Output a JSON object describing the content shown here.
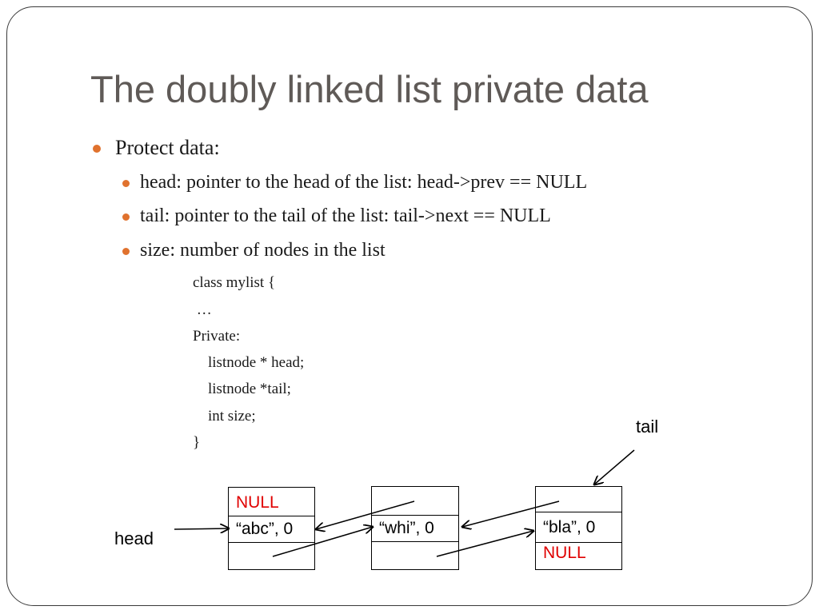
{
  "slide": {
    "title": "The doubly linked list private data",
    "bullets": {
      "main": "Protect data:",
      "head": "head: pointer to the head of the list: head->prev == NULL",
      "tail": "tail: pointer to the tail of the list: tail->next == NULL",
      "size": "size: number of nodes in the list"
    },
    "code": [
      "class mylist {",
      " …",
      "Private:",
      "    listnode * head;",
      "    listnode *tail;",
      "    int size;",
      "}"
    ]
  },
  "diagram": {
    "head_label": "head",
    "tail_label": "tail",
    "nodes": [
      {
        "top": "NULL",
        "value": "“abc”, 0",
        "bottom": ""
      },
      {
        "top": "",
        "value": "“whi”, 0",
        "bottom": ""
      },
      {
        "top": "",
        "value": "“bla”, 0",
        "bottom": "NULL"
      }
    ],
    "colors": {
      "null_text": "#e00000",
      "bullet": "#e0722e",
      "title": "#5f5a57"
    }
  }
}
